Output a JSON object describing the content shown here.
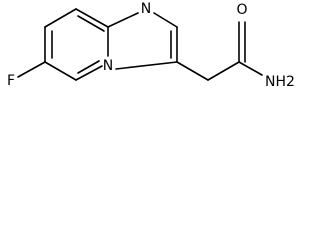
{
  "molecule": {
    "labels": {
      "fluorine": "F",
      "ring_nitrogen": "N",
      "bridgehead_nitrogen": "N",
      "carbonyl_oxygen": "O",
      "amide_group": "NH2"
    }
  }
}
